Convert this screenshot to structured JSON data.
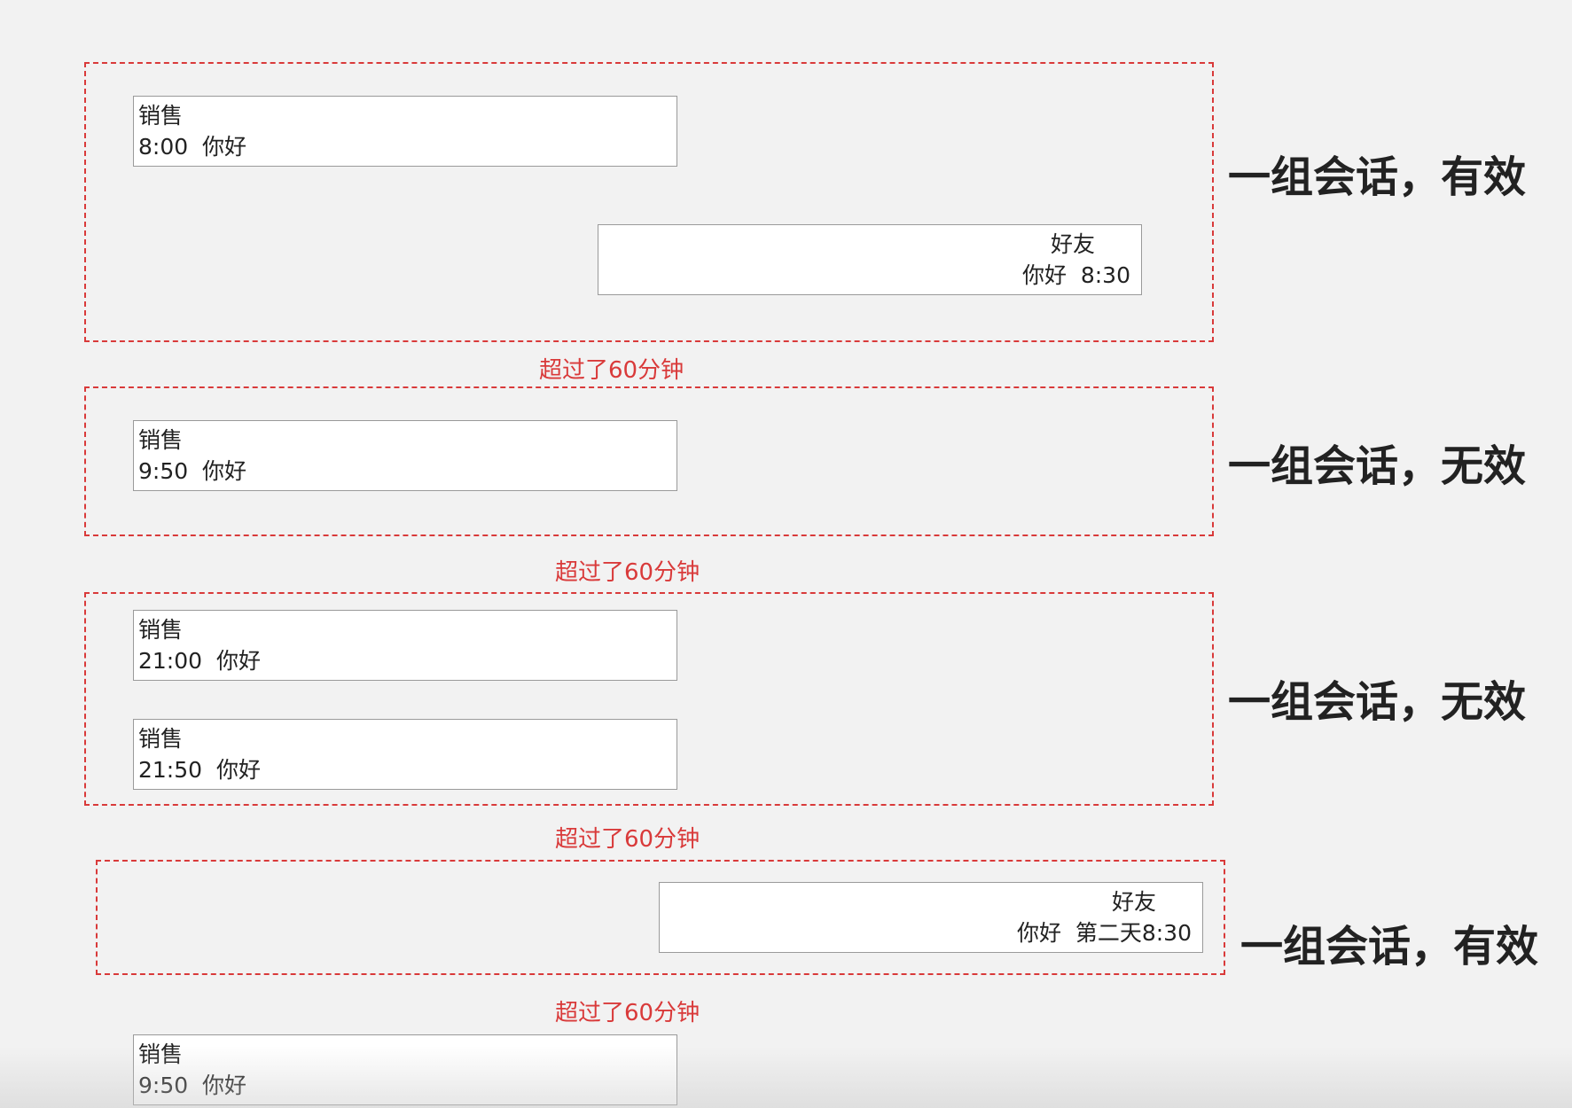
{
  "colors": {
    "background": "#f2f2f2",
    "dashed_border": "#d93a3a",
    "gap_text": "#d93a3a",
    "message_bg": "#ffffff",
    "message_border": "#9a9a9a"
  },
  "groups": [
    {
      "label": "一组会话，有效",
      "messages": [
        {
          "side": "left",
          "sender": "销售",
          "content": "8:00  你好"
        },
        {
          "side": "right",
          "sender": "好友",
          "content": "你好  8:30"
        }
      ]
    },
    {
      "label": "一组会话，无效",
      "messages": [
        {
          "side": "left",
          "sender": "销售",
          "content": "9:50  你好"
        }
      ]
    },
    {
      "label": "一组会话，无效",
      "messages": [
        {
          "side": "left",
          "sender": "销售",
          "content": "21:00  你好"
        },
        {
          "side": "left",
          "sender": "销售",
          "content": "21:50  你好"
        }
      ]
    },
    {
      "label": "一组会话，有效",
      "messages": [
        {
          "side": "right",
          "sender": "好友",
          "content": "你好  第二天8:30"
        }
      ]
    }
  ],
  "gap_labels": [
    "超过了60分钟",
    "超过了60分钟",
    "超过了60分钟",
    "超过了60分钟"
  ],
  "trailing_message": {
    "side": "left",
    "sender": "销售",
    "content": "9:50  你好"
  }
}
